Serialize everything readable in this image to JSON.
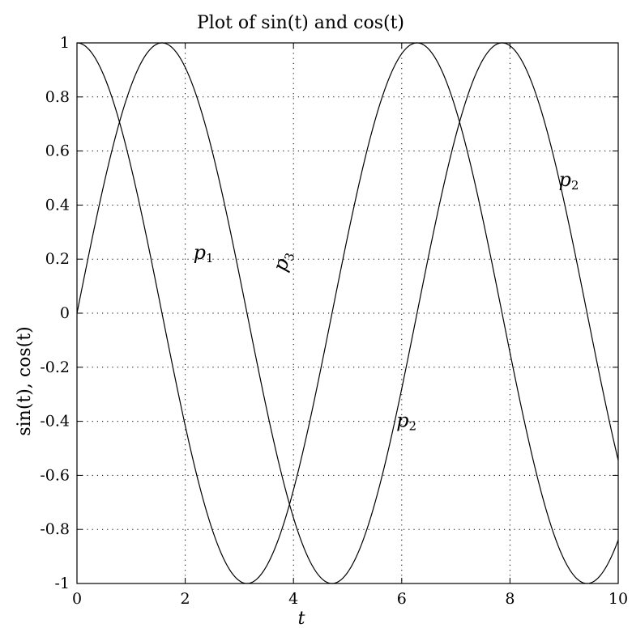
{
  "chart_data": {
    "type": "line",
    "title": "Plot of sin(t) and cos(t)",
    "xlabel": "t",
    "ylabel": "sin(t), cos(t)",
    "xlim": [
      0,
      10
    ],
    "ylim": [
      -1,
      1
    ],
    "grid": true,
    "x_ticks": [
      0,
      2,
      4,
      6,
      8,
      10
    ],
    "x_tick_labels": [
      "0",
      "2",
      "4",
      "6",
      "8",
      "10"
    ],
    "y_ticks": [
      -1,
      -0.8,
      -0.6,
      -0.4,
      -0.2,
      0,
      0.2,
      0.4,
      0.6,
      0.8,
      1
    ],
    "y_tick_labels": [
      "-1",
      "-0.8",
      "-0.6",
      "-0.4",
      "-0.2",
      "0",
      "0.2",
      "0.4",
      "0.6",
      "0.8",
      "1"
    ],
    "series": [
      {
        "function": "sin",
        "x": [
          0,
          0.5,
          1,
          1.5,
          2,
          2.5,
          3,
          3.5,
          4,
          4.5,
          5,
          5.5,
          6,
          6.5,
          7,
          7.5,
          8,
          8.5,
          9,
          9.5,
          10
        ],
        "y": [
          0,
          0.479,
          0.841,
          0.997,
          0.909,
          0.598,
          0.141,
          -0.351,
          -0.757,
          -0.978,
          -0.959,
          -0.706,
          -0.279,
          0.215,
          0.657,
          0.938,
          0.989,
          0.798,
          0.412,
          -0.075,
          -0.544
        ]
      },
      {
        "function": "cos",
        "x": [
          0,
          0.5,
          1,
          1.5,
          2,
          2.5,
          3,
          3.5,
          4,
          4.5,
          5,
          5.5,
          6,
          6.5,
          7,
          7.5,
          8,
          8.5,
          9,
          9.5,
          10
        ],
        "y": [
          1,
          0.878,
          0.54,
          0.071,
          -0.416,
          -0.801,
          -0.99,
          -0.936,
          -0.654,
          -0.211,
          0.284,
          0.709,
          0.96,
          0.977,
          0.754,
          0.347,
          -0.146,
          -0.602,
          -0.911,
          -0.997,
          -0.839
        ]
      }
    ],
    "annotations": [
      {
        "letter": "p",
        "sub": "1",
        "x": 2.15,
        "y": 0.2,
        "rotate": 0
      },
      {
        "letter": "p",
        "sub": "3",
        "x": 3.85,
        "y": 0.15,
        "rotate": -72
      },
      {
        "letter": "p",
        "sub": "2",
        "x": 5.9,
        "y": -0.42,
        "rotate": 0
      },
      {
        "letter": "p",
        "sub": "2",
        "x": 8.9,
        "y": 0.47,
        "rotate": 0
      }
    ]
  }
}
